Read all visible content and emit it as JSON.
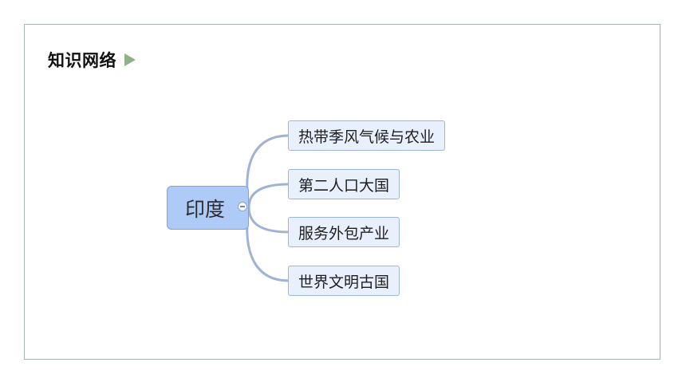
{
  "header": {
    "title": "知识网络"
  },
  "mindmap": {
    "root": "印度",
    "branches": [
      {
        "label": "热带季风气候与农业"
      },
      {
        "label": "第二人口大国"
      },
      {
        "label": "服务外包产业"
      },
      {
        "label": "世界文明古国"
      }
    ]
  },
  "colors": {
    "root_fill": "#aecbf7",
    "branch_fill": "#e8f0fd",
    "connector": "#9fb3d6",
    "heading_arrow": "#8fb187",
    "frame_border": "#a9b7b3"
  },
  "icons": {
    "heading_marker": "play-triangle-icon",
    "root_toggle": "collapse-minus-icon"
  }
}
